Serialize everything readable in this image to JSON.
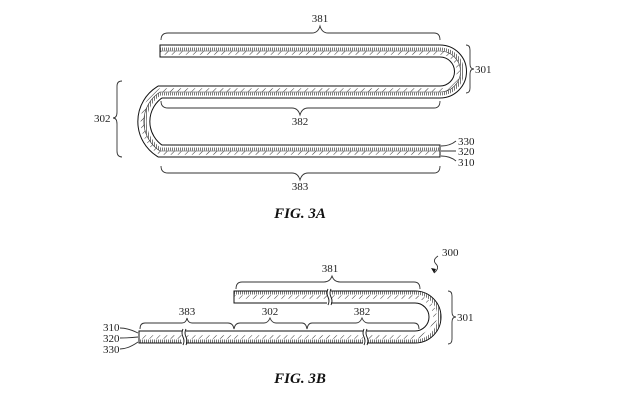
{
  "fig3a": {
    "caption": "FIG. 3A",
    "labels": {
      "top_section": "381",
      "middle_section": "382",
      "bottom_section": "383",
      "right_bend": "301",
      "left_bend": "302",
      "layer_330": "330",
      "layer_320": "320",
      "layer_310": "310"
    }
  },
  "fig3b": {
    "caption": "FIG. 3B",
    "labels": {
      "device": "300",
      "top_section": "381",
      "section_382": "382",
      "section_302": "302",
      "section_383": "383",
      "right_bend": "301",
      "layer_310": "310",
      "layer_320": "320",
      "layer_330": "330"
    }
  }
}
